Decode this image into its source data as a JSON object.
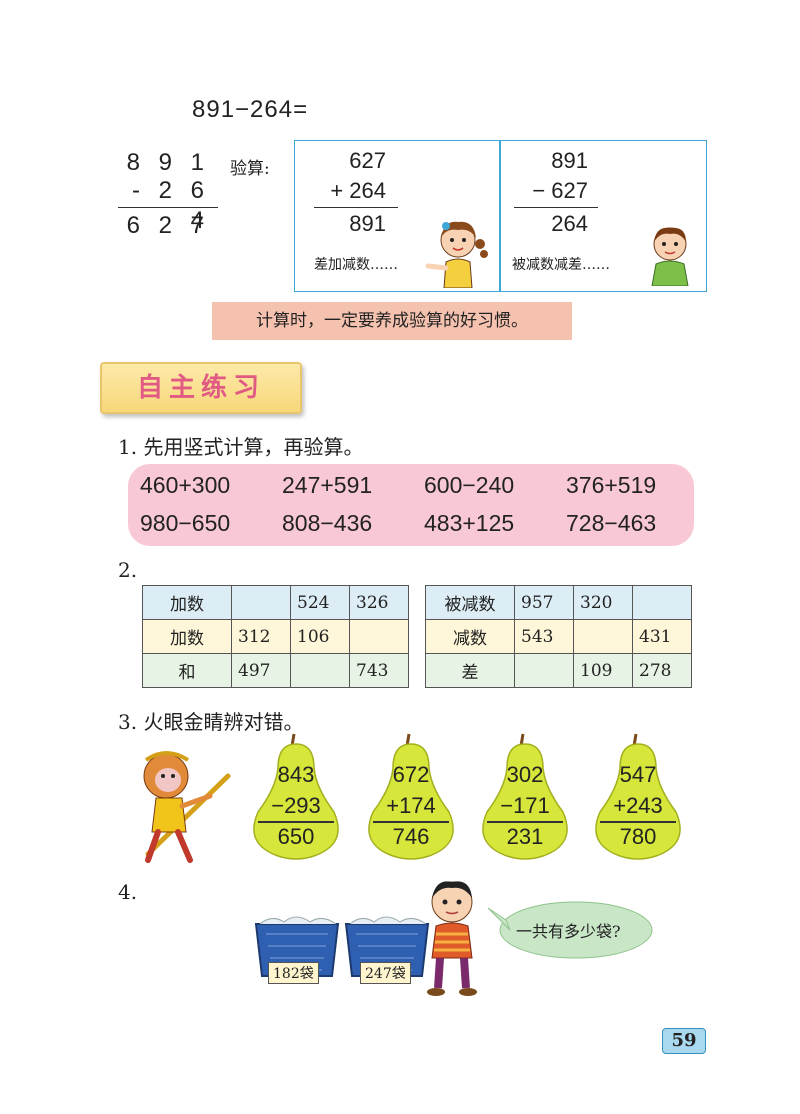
{
  "example": {
    "equation": "891−264=",
    "vertical": {
      "top": "8 9 1",
      "bottom": "- 2 6 4",
      "result": "6 2 7"
    },
    "check_label": "验算:",
    "check_add": {
      "top": "627",
      "op": "+ 264",
      "result": "891",
      "note": "差加减数……"
    },
    "check_sub": {
      "top": "891",
      "op": "− 627",
      "result": "264",
      "note": "被减数减差……"
    }
  },
  "tip": "计算时，一定要养成验算的好习惯。",
  "section_title": "自主练习",
  "q1": {
    "label": "1. 先用竖式计算，再验算。",
    "row1": [
      "460+300",
      "247+591",
      "600−240",
      "376+519"
    ],
    "row2": [
      "980−650",
      "808−436",
      "483+125",
      "728−463"
    ]
  },
  "q2": {
    "label": "2.",
    "add_table": {
      "rows": [
        {
          "head": "加数",
          "cells": [
            "",
            "524",
            "326"
          ]
        },
        {
          "head": "加数",
          "cells": [
            "312",
            "106",
            ""
          ]
        },
        {
          "head": "和",
          "cells": [
            "497",
            "",
            "743"
          ]
        }
      ]
    },
    "sub_table": {
      "rows": [
        {
          "head": "被减数",
          "cells": [
            "957",
            "320",
            ""
          ]
        },
        {
          "head": "减数",
          "cells": [
            "543",
            "",
            "431"
          ]
        },
        {
          "head": "差",
          "cells": [
            "",
            "109",
            "278"
          ]
        }
      ]
    }
  },
  "q3": {
    "label": "3. 火眼金睛辨对错。",
    "pears": [
      {
        "top": "843",
        "op": "−293",
        "result": "650"
      },
      {
        "top": "672",
        "op": "+174",
        "result": "746"
      },
      {
        "top": "302",
        "op": "−171",
        "result": "231"
      },
      {
        "top": "547",
        "op": "+243",
        "result": "780"
      }
    ]
  },
  "q4": {
    "label": "4.",
    "basket1": "182袋",
    "basket2": "247袋",
    "bubble": "一共有多少袋?"
  },
  "page_number": "59",
  "colors": {
    "box_border": "#3fa7d6",
    "tip_bg": "#f6c2b0",
    "exprs_bg": "#f8c9d4",
    "pear": "#d6e63a"
  }
}
